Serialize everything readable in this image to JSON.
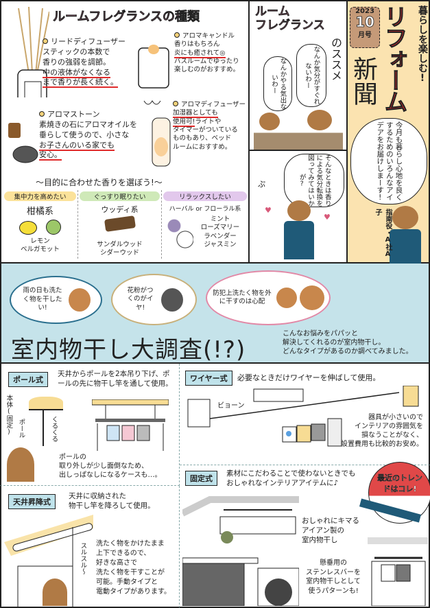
{
  "fragrance_types": {
    "title": "ルームフレグランスの種類",
    "reed": {
      "name": "リードディフューザー",
      "text1": "スティックの本数で",
      "text2": "香りの強弱を調節。",
      "text3": "中の液体がなくなる",
      "text4": "まで香りが長く続く。"
    },
    "candle": {
      "name": "アロマキャンドル",
      "text1": "香りはもちろん",
      "text2": "炎にも癒されて◎",
      "text3": "バスルームでゆったり",
      "text4": "楽しむのがおすすめ。"
    },
    "stone": {
      "name": "アロマストーン",
      "text1": "素焼きの石にアロマオイルを",
      "text2": "垂らして使うので、小さな",
      "text3": "お子さんのいる家でも",
      "text4": "安心。"
    },
    "diffuser": {
      "name": "アロマディフューザー",
      "text1": "加湿器としても",
      "text2": "使用可!",
      "text3": "ライトや",
      "text4": "タイマーがついている",
      "text5": "ものもあり、ベッド",
      "text6": "ルームにおすすめ。"
    },
    "choose_heading": "〜目的に合わせた香りを選ぼう!〜",
    "purposes": [
      {
        "label": "集中力を高めたい",
        "category": "柑橘系",
        "items": [
          "レモン",
          "ベルガモット"
        ],
        "color": "#fbe29a"
      },
      {
        "label": "ぐっすり眠りたい",
        "category": "ウッディ系",
        "items": [
          "サンダルウッド",
          "シダーウッド"
        ],
        "color": "#cfe9b8"
      },
      {
        "label": "リラックスしたい",
        "category": "ハーバル or フローラル系",
        "items": [
          "ミント",
          "ローズマリー",
          "ラベンダー",
          "ジャスミン"
        ],
        "color": "#e2c8ec"
      }
    ]
  },
  "comic": {
    "title1": "ルーム",
    "title2": "フレグランス",
    "title3": "のススメ",
    "bubble1": "なんか気分がすぐれないわー",
    "bubble2": "なんかやる気出ないわー",
    "bubble3": "そんなときは香りによる気分転換を図ってみてはいかが?",
    "sfx": "ぷ"
  },
  "masthead": {
    "year": "2023",
    "month": "10",
    "month_suffix": "月号",
    "tagline": "暮らしを楽しむ!",
    "title1": "リフォーム",
    "title2": "新聞",
    "greeting": "今月も暮らし心地を良くするためのいろんなアイデアをお届けしまーす!",
    "guide": "指南役・A社A子",
    "accent": "#e02a2a",
    "bg": "#fbe3b0"
  },
  "survey": {
    "bubbles": [
      "雨の日も洗たく物を干したい!",
      "花粉がつくのがイヤ!",
      "防犯上洗たく物を外に干すのは心配"
    ],
    "title": "室内物干し大調査(!?)",
    "intro1": "こんなお悩みをパパッと",
    "intro2": "解決してくれるのが室内物干し。",
    "intro3": "どんなタイプがあるのか調べてみました。",
    "bg": "#c5e3ea"
  },
  "types": {
    "pole": {
      "tag": "ポール式",
      "desc": "天井からポールを2本吊り下げ、ポールの先に物干し竿を通して使用。",
      "label_body": "本体(固定)",
      "label_pole": "ポール",
      "sfx": "くるくる",
      "note1": "ポールの",
      "note2": "取り外しが少し面倒なため、",
      "note3": "出しっぱなしになるケースも…。"
    },
    "ceiling": {
      "tag": "天井昇降式",
      "desc1": "天井に収納された",
      "desc2": "物干し竿を降ろして使用。",
      "sfx": "スルスル〜",
      "note": [
        "洗たく物をかけたまま",
        "上下できるので、",
        "好きな高さで",
        "洗たく物を干すことが",
        "可能。手動タイプと",
        "電動タイプがあります。"
      ]
    },
    "wire": {
      "tag": "ワイヤー式",
      "desc": "必要なときだけワイヤーを伸ばして使用。",
      "sfx": "ビョーン",
      "note": [
        "器具が小さいので",
        "インテリアの雰囲気を",
        "損なうことがなく、",
        "設置費用も比較的お安め。"
      ]
    },
    "fixed": {
      "tag": "固定式",
      "desc1": "素材にこだわることで使わないときでも",
      "desc2": "おしゃれなインテリアアイテムに♪",
      "trend": "最近のトレンドはコレ!",
      "note1": [
        "おしゃれにキマる",
        "アイアン製の",
        "室内物干し"
      ],
      "note2": [
        "懸垂用の",
        "ステンレスバーを",
        "室内物干しとして",
        "使うパターンも!"
      ]
    }
  }
}
